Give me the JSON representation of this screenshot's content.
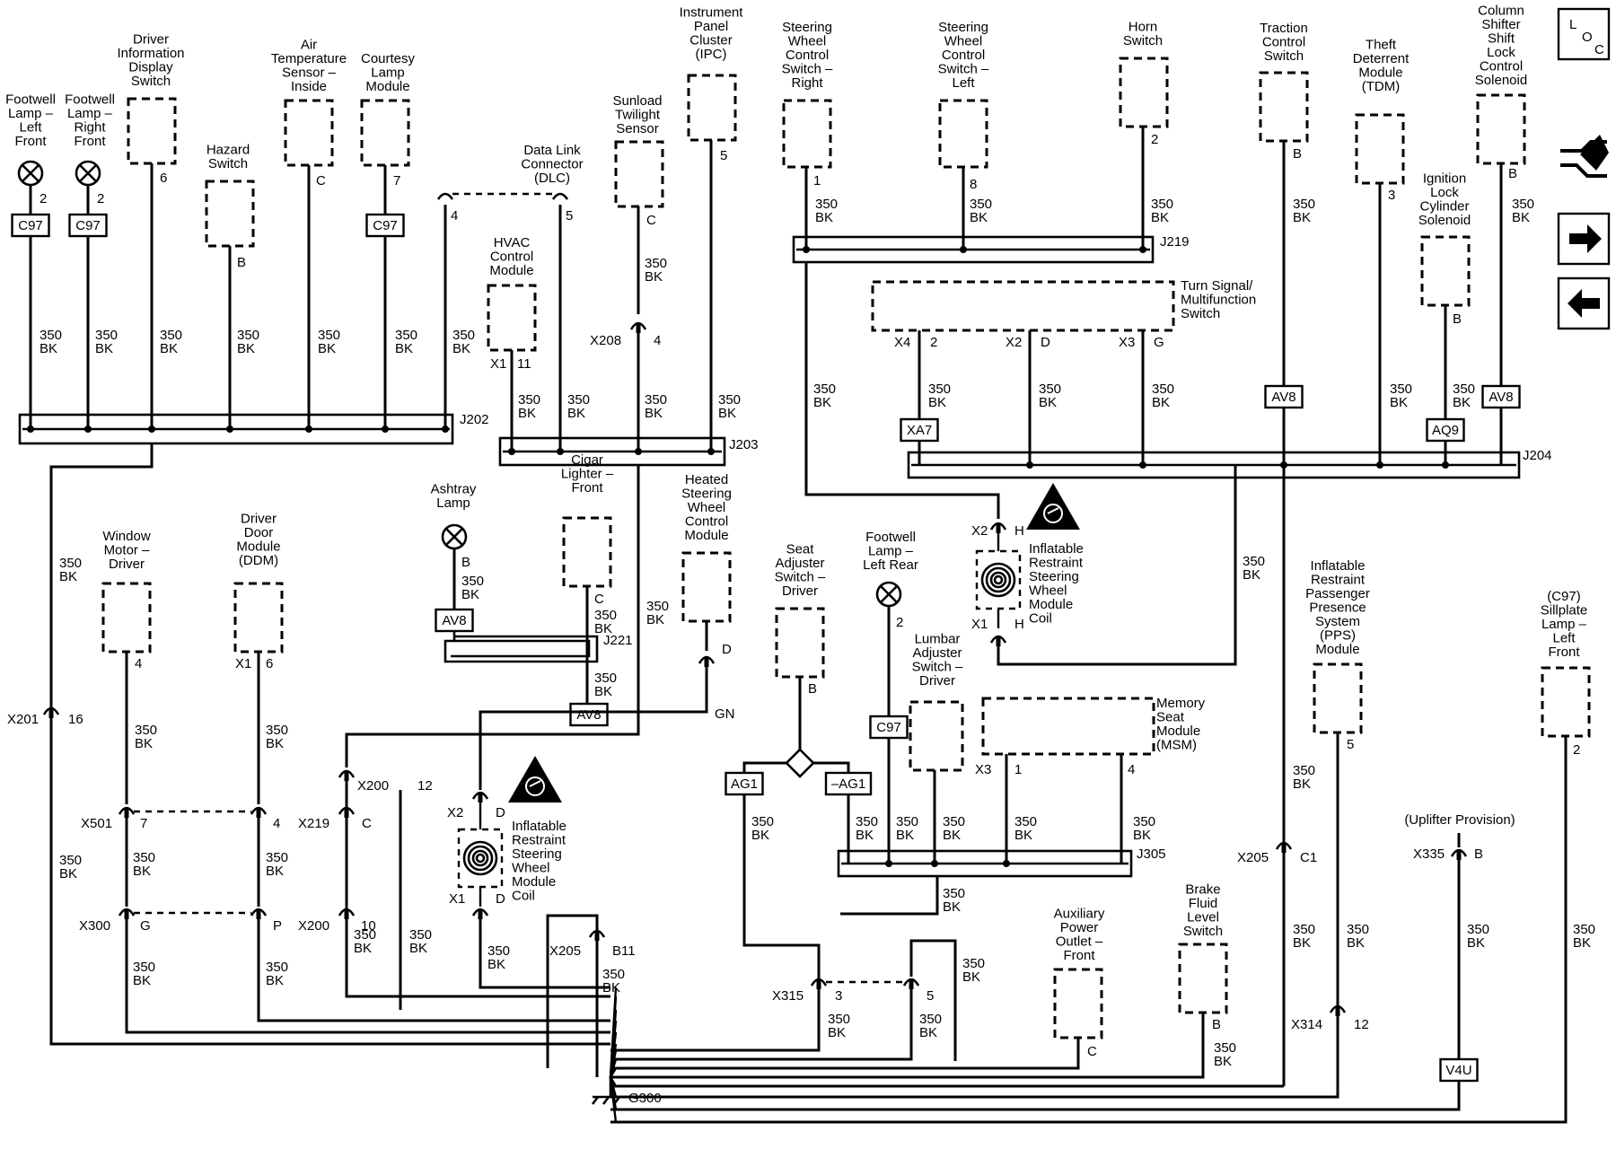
{
  "diagram": {
    "ground": "G300",
    "wire_code": [
      "350",
      "BK"
    ],
    "splices": [
      "J202",
      "J203",
      "J204",
      "J219",
      "J221",
      "J305"
    ],
    "components": {
      "footwell_lf": [
        "Footwell",
        "Lamp –",
        "Left",
        "Front"
      ],
      "footwell_rf": [
        "Footwell",
        "Lamp –",
        "Right",
        "Front"
      ],
      "dic_switch": [
        "Driver",
        "Information",
        "Display",
        "Switch"
      ],
      "hazard": [
        "Hazard",
        "Switch"
      ],
      "air_temp": [
        "Air",
        "Temperature",
        "Sensor –",
        "Inside"
      ],
      "courtesy": [
        "Courtesy",
        "Lamp",
        "Module"
      ],
      "dlc": [
        "Data Link",
        "Connector",
        "(DLC)"
      ],
      "hvac": [
        "HVAC",
        "Control",
        "Module"
      ],
      "sunload": [
        "Sunload",
        "Twilight",
        "Sensor"
      ],
      "ipc": [
        "Instrument",
        "Panel",
        "Cluster",
        "(IPC)"
      ],
      "swc_right": [
        "Steering",
        "Wheel",
        "Control",
        "Switch –",
        "Right"
      ],
      "swc_left": [
        "Steering",
        "Wheel",
        "Control",
        "Switch –",
        "Left"
      ],
      "horn": [
        "Horn",
        "Switch"
      ],
      "traction": [
        "Traction",
        "Control",
        "Switch"
      ],
      "tdm": [
        "Theft",
        "Deterrent",
        "Module",
        "(TDM)"
      ],
      "column_shifter": [
        "Column",
        "Shifter",
        "Shift",
        "Lock",
        "Control",
        "Solenoid"
      ],
      "ignition_lock": [
        "Ignition",
        "Lock",
        "Cylinder",
        "Solenoid"
      ],
      "turn_signal": [
        "Turn Signal/",
        "Multifunction",
        "Switch"
      ],
      "ashtray": [
        "Ashtray",
        "Lamp"
      ],
      "cigar": [
        "Cigar",
        "Lighter –",
        "Front"
      ],
      "heated_sw": [
        "Heated",
        "Steering",
        "Wheel",
        "Control",
        "Module"
      ],
      "airbag_coil": [
        "Inflatable",
        "Restraint",
        "Steering",
        "Wheel",
        "Module",
        "Coil"
      ],
      "window_motor": [
        "Window",
        "Motor –",
        "Driver"
      ],
      "ddm": [
        "Driver",
        "Door",
        "Module",
        "(DDM)"
      ],
      "seat_adj": [
        "Seat",
        "Adjuster",
        "Switch –",
        "Driver"
      ],
      "footwell_lr": [
        "Footwell",
        "Lamp –",
        "Left Rear"
      ],
      "lumbar": [
        "Lumbar",
        "Adjuster",
        "Switch –",
        "Driver"
      ],
      "msm": [
        "Memory",
        "Seat",
        "Module",
        "(MSM)"
      ],
      "pps": [
        "Inflatable",
        "Restraint",
        "Passenger",
        "Presence",
        "System",
        "(PPS)",
        "Module"
      ],
      "sillplate": [
        "(C97)",
        "Sillplate",
        "Lamp –",
        "Left",
        "Front"
      ],
      "aux_outlet": [
        "Auxiliary",
        "Power",
        "Outlet –",
        "Front"
      ],
      "brake_fluid": [
        "Brake",
        "Fluid",
        "Level",
        "Switch"
      ],
      "uplifter": "(Uplifter Provision)"
    },
    "option_boxes": [
      "C97",
      "C97",
      "C97",
      "AV8",
      "AV8",
      "AV8",
      "AV8",
      "XA7",
      "AQ9",
      "C97",
      "AG1",
      "–AG1",
      "V4U"
    ],
    "connectors": [
      "X201",
      "X208",
      "X501",
      "X300",
      "X219",
      "X200",
      "X200",
      "X205",
      "X205",
      "X315",
      "X314",
      "X335"
    ],
    "pins": {
      "p2a": "2",
      "p2b": "2",
      "p6": "6",
      "pB_hazard": "B",
      "pC_air": "C",
      "p7_courtesy": "7",
      "p4_dlc": "4",
      "p5_dlc": "5",
      "pC_sun": "C",
      "p5_ipc": "5",
      "p4_x208": "4",
      "hvac_x1": "X1",
      "hvac_11": "11",
      "p1_swcr": "1",
      "p8_swcl": "8",
      "p2_horn": "2",
      "pB_tcs": "B",
      "p3_tdm": "3",
      "pB_col": "B",
      "pB_ign": "B",
      "ts_x4": "X4",
      "ts_2": "2",
      "ts_x2": "X2",
      "ts_D": "D",
      "ts_x3": "X3",
      "ts_G": "G",
      "coil_x2": "X2",
      "coil_H1": "H",
      "coil_x1": "X1",
      "coil_H2": "H",
      "ash_B": "B",
      "cig_C": "C",
      "hsw_D": "D",
      "gn": "GN",
      "x201_16": "16",
      "wm_4": "4",
      "ddm_x1": "X1",
      "ddm_6": "6",
      "x501_7": "7",
      "x501_4": "4",
      "x300_G": "G",
      "x300_P": "P",
      "x219_C": "C",
      "x200_12": "12",
      "x200_10": "10",
      "coil2_x2": "X2",
      "coil2_D1": "D",
      "coil2_x1": "X1",
      "coil2_D2": "D",
      "x205_B11": "B11",
      "seat_B": "B",
      "flr_2": "2",
      "msm_x3": "X3",
      "msm_1": "1",
      "msm_4": "4",
      "x315_3": "3",
      "x315_5": "5",
      "aux_C": "C",
      "bfl_B": "B",
      "x205_C1": "C1",
      "pps_5": "5",
      "x314_12": "12",
      "x335_B": "B",
      "sill_2": "2"
    },
    "nav": {
      "loc": [
        "L",
        "O",
        "C"
      ]
    }
  }
}
